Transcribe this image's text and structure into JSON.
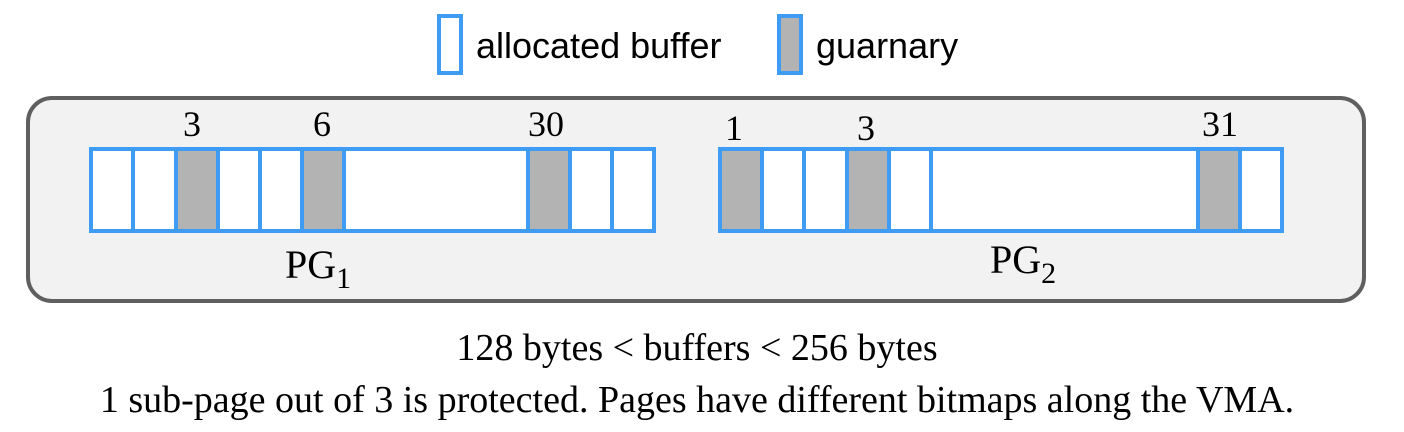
{
  "legend": {
    "allocated_label": "allocated buffer",
    "guard_label": "guarnary"
  },
  "colors": {
    "buffer_stroke": "#3f9cf4",
    "guard_fill": "#b3b3b3",
    "vma_fill": "#f2f2f2",
    "vma_stroke": "#5f5f5f",
    "text": "#000000"
  },
  "pages": [
    {
      "name": "PG",
      "subscript": "1",
      "labels": [
        "3",
        "6",
        "30"
      ]
    },
    {
      "name": "PG",
      "subscript": "2",
      "labels": [
        "1",
        "3",
        "31"
      ]
    }
  ],
  "caption": {
    "line1": "128 bytes < buffers < 256 bytes",
    "line2": "1 sub-page out of 3 is protected. Pages have different bitmaps along the VMA."
  }
}
